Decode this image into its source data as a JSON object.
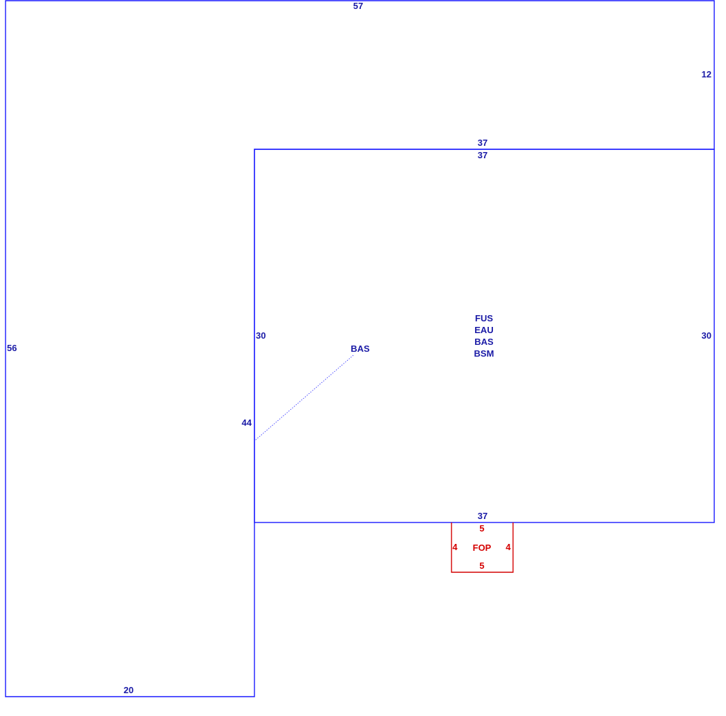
{
  "colors": {
    "main_lines": "#1a1aff",
    "main_text": "#1a1aa6",
    "porch": "#d40000"
  },
  "outer_area": {
    "dim_top": "57",
    "dim_right_upper": "12",
    "dim_left": "56",
    "dim_bottom": "20",
    "dim_inner_left": "44",
    "label": "BAS"
  },
  "upper_area": {
    "dim_top_outer": "37",
    "dim_top_inner": "37",
    "dim_left": "30",
    "dim_right": "30",
    "dim_bottom": "37",
    "labels": [
      "FUS",
      "EAU",
      "BAS",
      "BSM"
    ]
  },
  "porch": {
    "label": "FOP",
    "dim_top": "5",
    "dim_bottom": "5",
    "dim_left": "4",
    "dim_right": "4"
  }
}
